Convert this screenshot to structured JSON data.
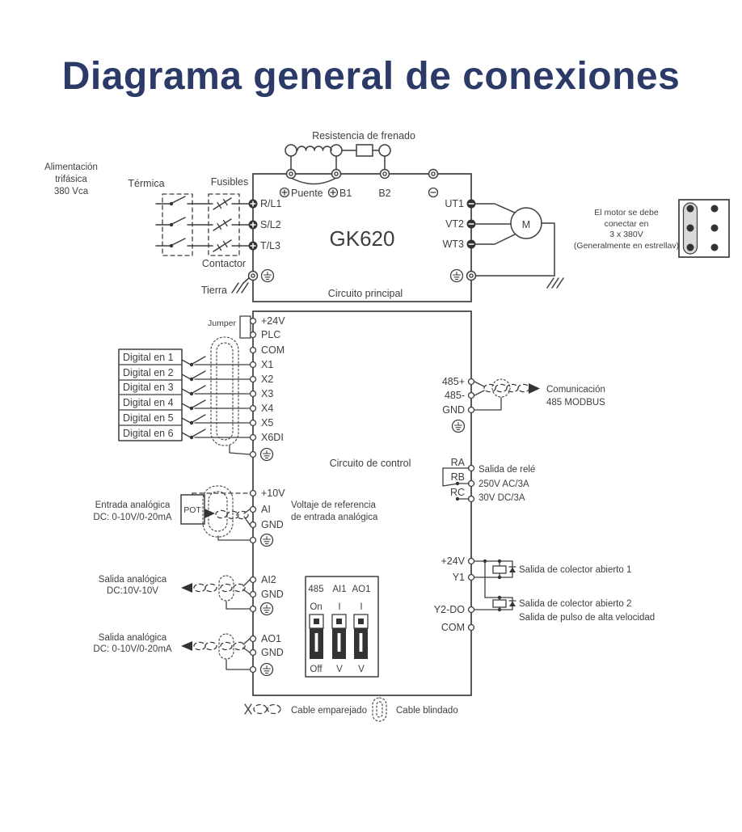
{
  "title": "Diagrama general de conexiones",
  "colors": {
    "title": "#2c3a67",
    "line": "#3e3e3e"
  },
  "main": {
    "supply": [
      "Alimentación",
      "trifásica",
      "380 Vca"
    ],
    "termica": "Térmica",
    "fusibles": "Fusibles",
    "contactor": "Contactor",
    "tierra": "Tierra",
    "brake": "Resistencia de frenado",
    "puente": "Puente",
    "b1": "B1",
    "b2": "B2",
    "inputs": [
      "R/L1",
      "S/L2",
      "T/L3"
    ],
    "outputs": [
      "UT1",
      "VT2",
      "WT3"
    ],
    "model": "GK620",
    "section": "Circuito principal",
    "motor": "M",
    "motor_note": [
      "El motor se debe",
      "conectar en",
      "3 x 380V",
      "(Generalmente en estrellav)"
    ]
  },
  "control": {
    "section": "Circuito de control",
    "jumper": "Jumper",
    "left_terminals": [
      "+24V",
      "PLC",
      "COM",
      "X1",
      "X2",
      "X3",
      "X4",
      "X5",
      "X6DI"
    ],
    "digital_inputs": [
      "Digital en 1",
      "Digital en 2",
      "Digital en 3",
      "Digital en 4",
      "Digital en 5",
      "Digital en 6"
    ],
    "analog_in": {
      "label1": "Entrada analógica",
      "label2": "DC: 0-10V/0-20mA",
      "pot": "POT",
      "t_10v": "+10V",
      "t_ai": "AI",
      "t_gnd": "GND",
      "ref1": "Voltaje de referencia",
      "ref2": "de entrada analógica"
    },
    "ai2": {
      "label1": "Salida analógica",
      "label2": "DC:10V-10V",
      "t1": "AI2",
      "t2": "GND"
    },
    "ao1": {
      "label1": "Salida analógica",
      "label2": "DC: 0-10V/0-20mA",
      "t1": "AO1",
      "t2": "GND"
    },
    "dip": {
      "h485": "485",
      "hai1": "AI1",
      "hao1": "AO1",
      "on": "On",
      "i1": "I",
      "i2": "I",
      "off": "Off",
      "v1": "V",
      "v2": "V"
    },
    "comm": {
      "t1": "485+",
      "t2": "485-",
      "t3": "GND",
      "note1": "Comunicación",
      "note2": "485 MODBUS"
    },
    "relay": {
      "t1": "RA",
      "t2": "RB",
      "t3": "RC",
      "note1": "Salida de relé",
      "note2": "250V AC/3A",
      "note3": "30V DC/3A"
    },
    "oc": {
      "t_24v": "+24V",
      "t_y1": "Y1",
      "t_y2": "Y2-DO",
      "t_com": "COM",
      "note1": "Salida de colector abierto 1",
      "note2a": "Salida de colector abierto 2",
      "note2b": "Salida de pulso de alta velocidad"
    }
  },
  "legend": {
    "paired": "Cable emparejado",
    "shielded": "Cable blindado"
  }
}
